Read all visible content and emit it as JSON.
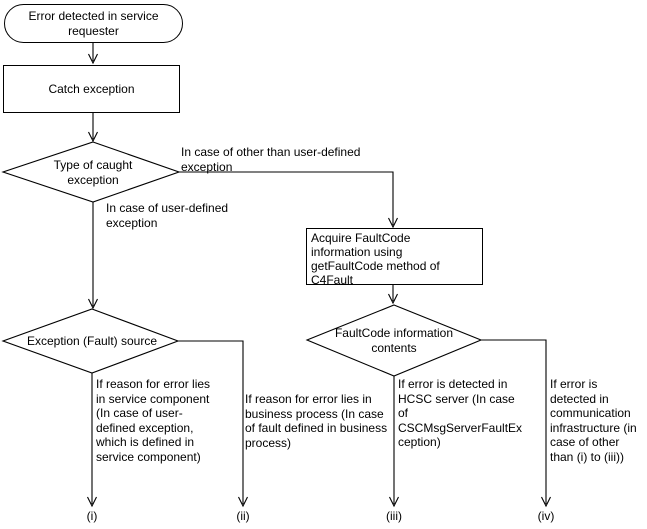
{
  "flowchart": {
    "nodes": {
      "start": "Error detected in service\nrequester",
      "catch_exception": "Catch exception",
      "type_decision": "Type of caught\nexception",
      "acquire_faultcode": "Acquire FaultCode\ninformation using\ngetFaultCode method of\nC4Fault",
      "fault_source_decision": "Exception (Fault) source",
      "faultcode_contents_decision": "FaultCode information\ncontents"
    },
    "edge_labels": {
      "other_than_user_defined": "In case of other than user-defined\nexception",
      "user_defined": "In case of user-defined\nexception",
      "branch_i": "If reason for error lies\nin service component\n(In case of user-\ndefined exception,\nwhich is defined in\nservice component)",
      "branch_ii": "If reason for error lies in\nbusiness process (In case\nof fault defined in business\nprocess)",
      "branch_iii": "If error is detected in\nHCSC server (In case\nof\nCSCMsgServerFaultEx\nception)",
      "branch_iv": "If error is\ndetected in\ncommunication\ninfrastructure (in\ncase of other\nthan (i) to (iii))"
    },
    "terminals": {
      "i": "(i)",
      "ii": "(ii)",
      "iii": "(iii)",
      "iv": "(iv)"
    },
    "colors": {
      "stroke": "#000000",
      "text": "#000000",
      "background": "#ffffff"
    }
  }
}
